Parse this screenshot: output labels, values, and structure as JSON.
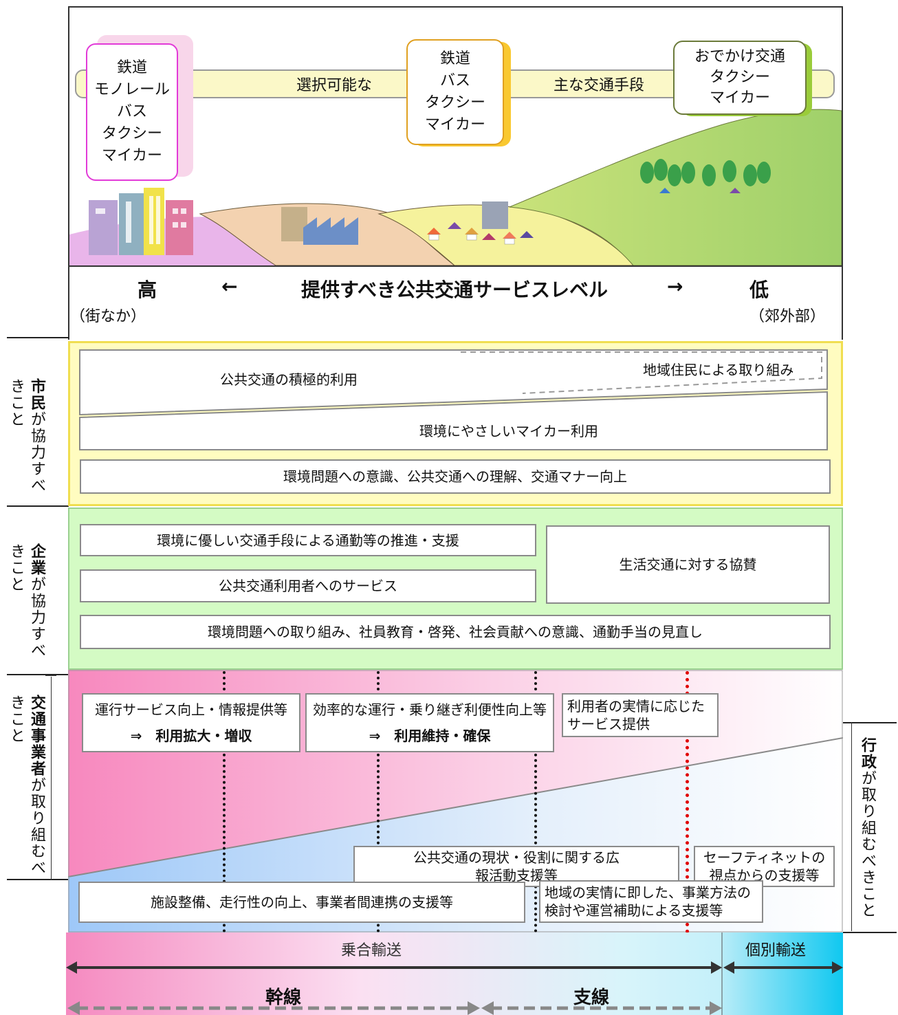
{
  "scene": {
    "banner_left": "選択可能な",
    "banner_right": "主な交通手段",
    "bubble_city": [
      "鉄道",
      "モノレール",
      "バス",
      "タクシー",
      "マイカー"
    ],
    "bubble_mid": [
      "鉄道",
      "バス",
      "タクシー",
      "マイカー"
    ],
    "bubble_suburb": [
      "おでかけ交通",
      "タクシー",
      "マイカー"
    ]
  },
  "service_level": {
    "high": "高",
    "arrow_left": "←",
    "title": "提供すべき公共交通サービスレベル",
    "arrow_right": "→",
    "low": "低",
    "high_sub": "（街なか）",
    "low_sub": "（郊外部）"
  },
  "citizens": {
    "side_bold": "市民",
    "side_rest": "が協力すべきこと",
    "active_use": "公共交通の積極的利用",
    "local_efforts": "地域住民による取り組み",
    "eco_car": "環境にやさしいマイカー利用",
    "awareness": "環境問題への意識、公共交通への理解、交通マナー向上"
  },
  "companies": {
    "side_bold": "企業",
    "side_rest": "が協力すべきこと",
    "commute": "環境に優しい交通手段による通勤等の推進・支援",
    "sponsor": "生活交通に対する協賛",
    "service": "公共交通利用者へのサービス",
    "education": "環境問題への取り組み、社員教育・啓発、社会貢献への意識、通勤手当の見直し"
  },
  "operators": {
    "side_bold": "交通事業者",
    "side_rest1": "が",
    "side_rest2": "取り組むべきこと",
    "box1_line1": "運行サービス向上・情報提供等",
    "box1_line2": "⇒　利用拡大・増収",
    "box2_line1": "効率的な運行・乗り継ぎ利便性向上等",
    "box2_line2": "⇒　利用維持・確保",
    "box3": "利用者の実情に応じたサービス提供"
  },
  "government": {
    "side_bold": "行政",
    "side_rest1": "が",
    "side_rest2": "取り組むべきこと",
    "pr": "公共交通の現状・役割に関する広報活動支援等",
    "safety_net": "セーフティネットの視点からの支援等",
    "facilities": "施設整備、走行性の向上、事業者間連携の支援等",
    "local": "地域の実情に即した、事業方法の検討や運営補助による支援等"
  },
  "transport": {
    "shared": "乗合輸送",
    "individual": "個別輸送",
    "trunk": "幹線",
    "branch": "支線"
  },
  "colors": {
    "citizens_bg": "#fffcc0",
    "citizens_border": "#f0de50",
    "companies_bg": "#d4fbc4",
    "pink": "#f792c2",
    "blue": "#aad2fa",
    "cyan": "#2ad0f0",
    "red_line": "#e00000"
  }
}
